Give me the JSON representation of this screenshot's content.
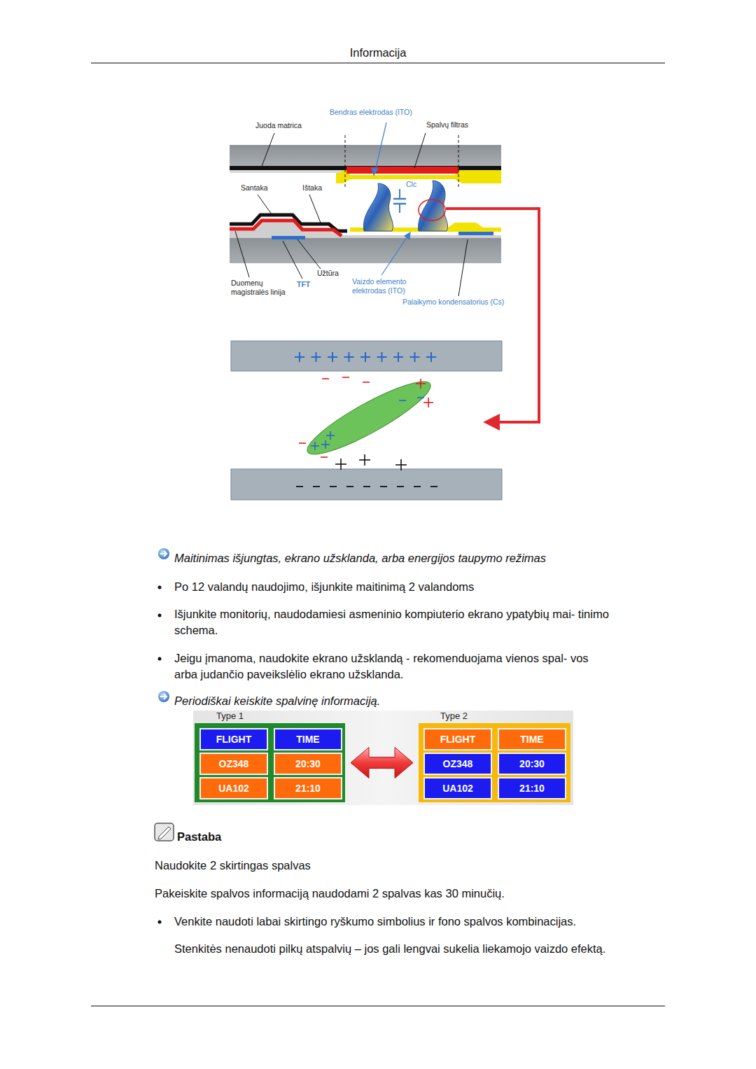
{
  "diagram": {
    "title": "Informacija",
    "nodes": [
      {
        "text": [
          "Type 1"
        ]
      },
      {
        "text": [
          "FLIGHT"
        ],
        "in": 0
      },
      {
        "text": [
          "TIME"
        ],
        "in": 0
      },
      {
        "text": [
          "OZ348"
        ],
        "in": 0
      },
      {
        "text": [
          "20:30"
        ],
        "in": 0
      },
      {
        "text": [
          "UA102"
        ],
        "in": 0
      },
      {
        "text": [
          "21:10"
        ],
        "in": 0
      },
      {
        "text": [
          "Type 2"
        ]
      },
      {
        "text": [
          "FLIGHT"
        ],
        "in": 7
      },
      {
        "text": [
          "TIME"
        ],
        "in": 7
      },
      {
        "text": [
          "OZ348"
        ],
        "in": 7
      },
      {
        "text": [
          "20:30"
        ],
        "in": 7
      },
      {
        "text": [
          "UA102"
        ],
        "in": 7
      },
      {
        "text": [
          "21:10"
        ],
        "in": 7
      }
    ],
    "edges": [
      {
        "from": 0,
        "to": 7,
        "arrow": "both"
      }
    ],
    "labels": [
      "Juoda matrica",
      "Bendras elektrodas (ITO)",
      "Spalvų filtras",
      "Santaka",
      "Ištaka",
      "Clc",
      "Duomenų magistralės linija",
      "TFT",
      "Užtūra",
      "Vaizdo elemento elektrodas (ITO)",
      "Palaikymo kondensatorius (Cs)",
      "Maitinimas išjungtas, ekrano užsklanda, arba energijos taupymo režimas",
      "Po 12 valandų naudojimo, išjunkite maitinimą 2 valandoms",
      "Išjunkite monitorių, naudodamiesi asmeninio kompiuterio ekrano ypatybių mai- tinimo schema.",
      "Jeigu įmanoma, naudokite ekrano užsklandą - rekomenduojama vienos spal- vos arba judančio paveikslėlio ekrano užsklanda.",
      "Periodiškai keiskite spalvinę informaciją.",
      "Pastaba",
      "Naudokite 2 skirtingas spalvas",
      "Pakeiskite spalvos informaciją naudodami 2 spalvas kas 30 minučių.",
      "Venkite naudoti labai skirtingo ryškumo simbolius ir fono spalvos kombinacijas.",
      "Stenkitės nenaudoti pilkų atspalvių – jos gali lengvai sukelia liekamojo vaizdo efektą."
    ]
  }
}
